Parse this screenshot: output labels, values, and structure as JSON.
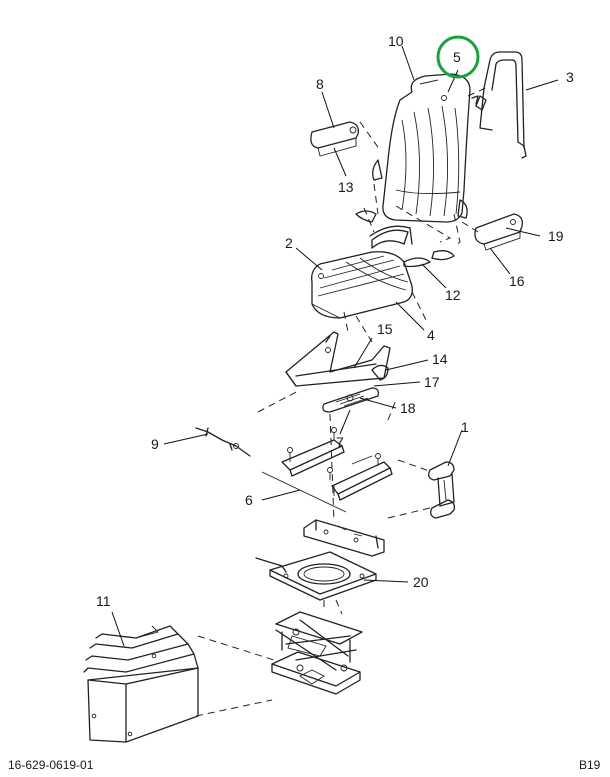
{
  "diagram": {
    "callouts": [
      {
        "id": "c10",
        "text": "10"
      },
      {
        "id": "c5",
        "text": "5",
        "highlighted": true
      },
      {
        "id": "c3",
        "text": "3"
      },
      {
        "id": "c8",
        "text": "8"
      },
      {
        "id": "c13",
        "text": "13"
      },
      {
        "id": "c19",
        "text": "19"
      },
      {
        "id": "c16",
        "text": "16"
      },
      {
        "id": "c2",
        "text": "2"
      },
      {
        "id": "c12",
        "text": "12"
      },
      {
        "id": "c4",
        "text": "4"
      },
      {
        "id": "c15",
        "text": "15"
      },
      {
        "id": "c14",
        "text": "14"
      },
      {
        "id": "c17",
        "text": "17"
      },
      {
        "id": "c18",
        "text": "18"
      },
      {
        "id": "c1",
        "text": "1"
      },
      {
        "id": "c9",
        "text": "9"
      },
      {
        "id": "c7",
        "text": "7"
      },
      {
        "id": "c6",
        "text": "6"
      },
      {
        "id": "c20",
        "text": "20"
      },
      {
        "id": "c11",
        "text": "11"
      }
    ],
    "highlight_color": "#19a23a",
    "line_color": "#222222"
  },
  "footer": {
    "drawing_number": "16-629-0619-01",
    "page_ref": "B19"
  }
}
